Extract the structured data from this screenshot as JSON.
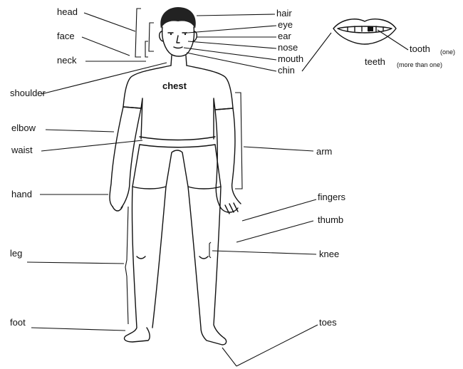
{
  "labels": {
    "head": "head",
    "face": "face",
    "neck": "neck",
    "shoulder": "shoulder",
    "elbow": "elbow",
    "waist": "waist",
    "hand": "hand",
    "leg": "leg",
    "foot": "foot",
    "hair": "hair",
    "eye": "eye",
    "ear": "ear",
    "nose": "nose",
    "mouth": "mouth",
    "chin": "chin",
    "chest": "chest",
    "arm": "arm",
    "fingers": "fingers",
    "thumb": "thumb",
    "knee": "knee",
    "toes": "toes",
    "tooth": "tooth",
    "tooth_note": "(one)",
    "teeth": "teeth",
    "teeth_note": "(more than one)"
  }
}
